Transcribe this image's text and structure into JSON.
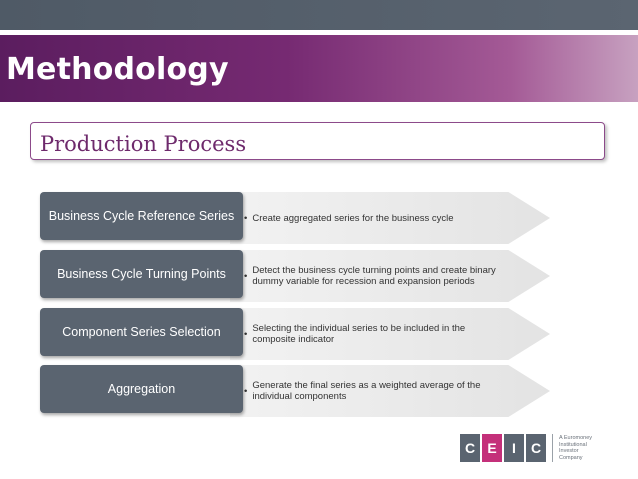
{
  "header": {
    "title": "Methodology",
    "subtitle": "Production Process"
  },
  "steps": [
    {
      "label": "Business Cycle Reference Series",
      "description": "Create aggregated series for the business cycle"
    },
    {
      "label": "Business Cycle Turning Points",
      "description": "Detect the business cycle turning points and create binary dummy variable for recession and expansion periods"
    },
    {
      "label": "Component Series Selection",
      "description": "Selecting the individual series to be included in the composite indicator"
    },
    {
      "label": "Aggregation",
      "description": "Generate the final series as a weighted average of the individual components"
    }
  ],
  "bullet": "•",
  "logo": {
    "letters": [
      "C",
      "E",
      "I",
      "C"
    ],
    "tagline": "A Euromoney Institutional Investor Company"
  },
  "colors": {
    "title_band": "#762a72",
    "label_box": "#5a6470",
    "subtitle_text": "#6e2a6c",
    "logo_accent": "#c4307a"
  }
}
